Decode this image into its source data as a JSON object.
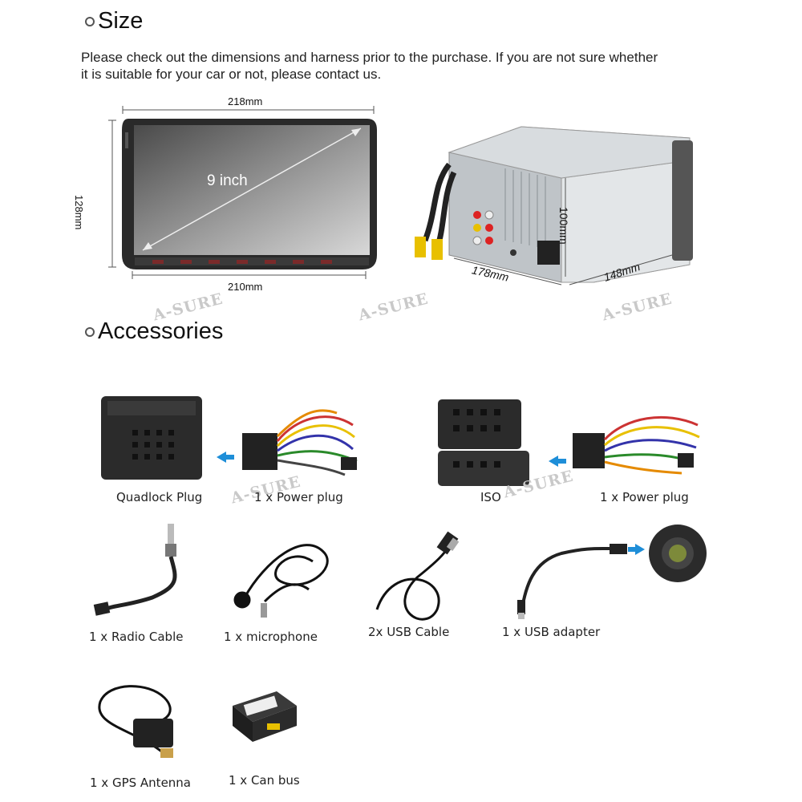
{
  "size_section": {
    "title": "Size",
    "intro_line1": "Please check out the dimensions  and harness prior to the purchase. If you are not sure whether",
    "intro_line2": "it is suitable for your car or not, please contact us.",
    "dims": {
      "top": "218mm",
      "left": "128mm",
      "bottom": "210mm",
      "diagonal": "9 inch",
      "depth_height": "100mm",
      "depth_width": "178mm",
      "depth_depth": "148mm"
    }
  },
  "watermark": "A-SURE",
  "accessories_section": {
    "title": "Accessories",
    "items": [
      {
        "label": "Quadlock Plug"
      },
      {
        "label": "1 x Power plug"
      },
      {
        "label": "ISO"
      },
      {
        "label": "1 x Power plug"
      },
      {
        "label": "1 x Radio Cable"
      },
      {
        "label": "1 x microphone"
      },
      {
        "label": "2x USB Cable"
      },
      {
        "label": "1 x USB adapter"
      },
      {
        "label": "1 x GPS Antenna"
      },
      {
        "label": "1 x Can bus"
      }
    ]
  },
  "colors": {
    "arrow": "#1e8ed8",
    "screen_frame": "#2a2a2a",
    "connector": "#2b2b2b"
  }
}
